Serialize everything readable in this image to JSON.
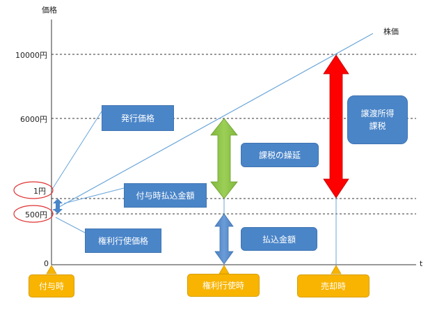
{
  "axis": {
    "y_label": "価格",
    "x_label": "t",
    "ticks": [
      "10000円",
      "6000円",
      "1円",
      "500円",
      "0"
    ]
  },
  "line_label": "株価",
  "callouts": {
    "issue_price": "発行価格",
    "grant_payment": "付与時払込金額",
    "exercise_price": "権利行使価格"
  },
  "arrow_boxes": {
    "deferral": "課税の繰延",
    "paid_in": "払込金額",
    "transfer_tax": [
      "譲渡所得",
      "課税"
    ]
  },
  "time_points": [
    "付与時",
    "権利行使時",
    "売却時"
  ],
  "colors": {
    "line": "#6aa6d9",
    "box_blue": "#4a85c8",
    "green_arrow": "#8bc34a",
    "red_arrow": "#ff0000",
    "blue_arrow": "#5b8fcf",
    "orange": "#f8b400",
    "ellipse": "#e03030"
  }
}
